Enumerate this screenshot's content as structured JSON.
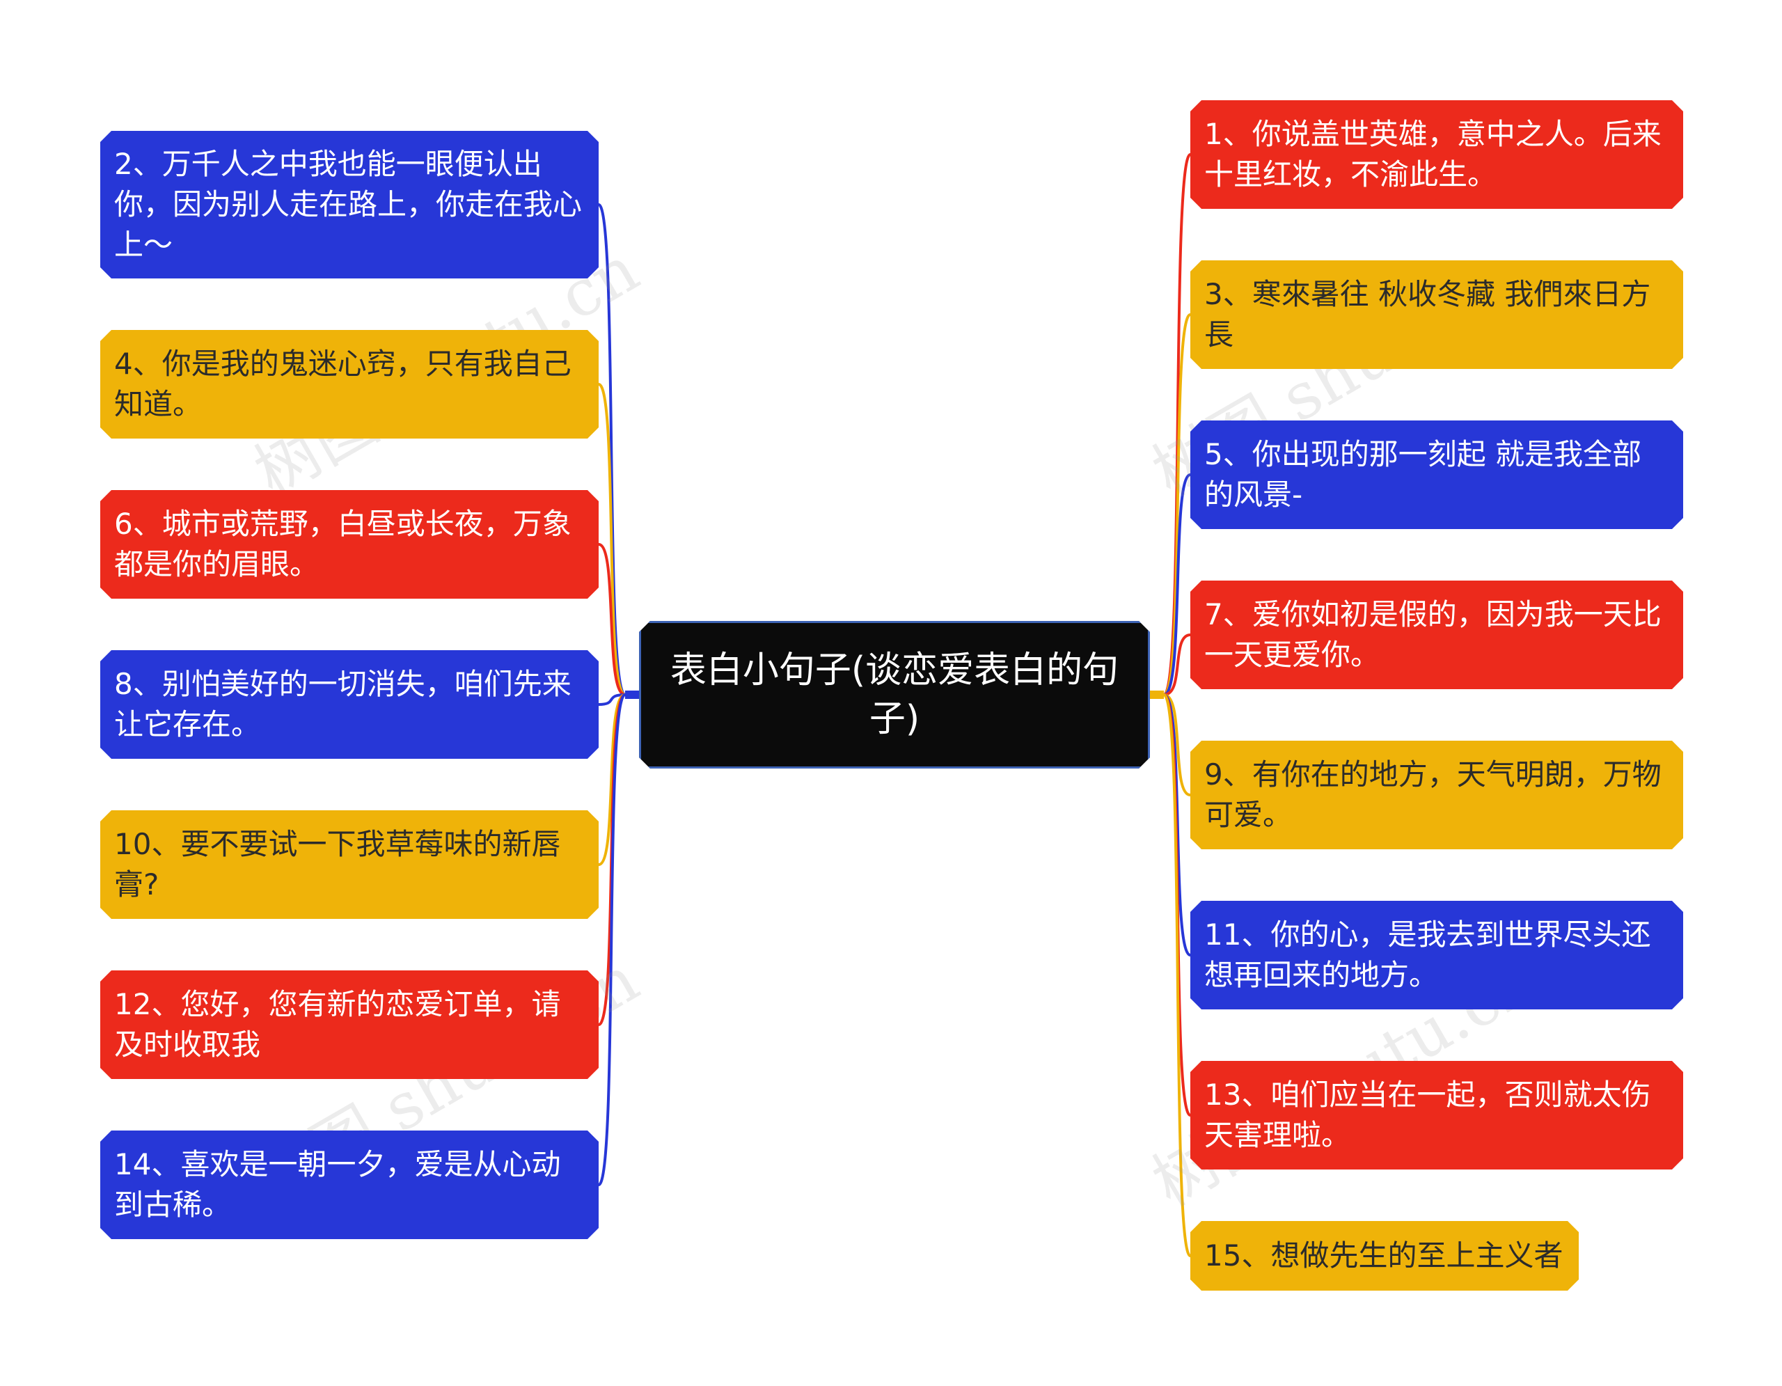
{
  "center": {
    "title": "表白小句子(谈恋爱表白的句子)"
  },
  "left_items": [
    {
      "text": "2、万千人之中我也能一眼便认出你，因为别人走在路上，你走在我心上～",
      "color": "blue"
    },
    {
      "text": "4、你是我的鬼迷心窍，只有我自己知道。",
      "color": "yellow"
    },
    {
      "text": "6、城市或荒野，白昼或长夜，万象都是你的眉眼。",
      "color": "red"
    },
    {
      "text": "8、别怕美好的一切消失，咱们先来让它存在。",
      "color": "blue"
    },
    {
      "text": "10、要不要试一下我草莓味的新唇膏?",
      "color": "yellow"
    },
    {
      "text": "12、您好，您有新的恋爱订单，请及时收取我",
      "color": "red"
    },
    {
      "text": "14、喜欢是一朝一夕，爱是从心动到古稀。",
      "color": "blue"
    }
  ],
  "right_items": [
    {
      "text": "1、你说盖世英雄，意中之人。后来十里红妆，不渝此生。",
      "color": "red"
    },
    {
      "text": "3、寒來暑往 秋收冬藏 我們來日方長",
      "color": "yellow"
    },
    {
      "text": "5、你出现的那一刻起 就是我全部的风景-",
      "color": "blue"
    },
    {
      "text": "7、爱你如初是假的，因为我一天比一天更爱你。",
      "color": "red"
    },
    {
      "text": "9、有你在的地方，天气明朗，万物可爱。",
      "color": "yellow"
    },
    {
      "text": "11、你的心，是我去到世界尽头还想再回来的地方。",
      "color": "blue"
    },
    {
      "text": "13、咱们应当在一起，否则就太伤天害理啦。",
      "color": "red"
    },
    {
      "text": "15、想做先生的至上主义者",
      "color": "yellow"
    }
  ],
  "colors": {
    "red": "#ec2a1c",
    "blue": "#2737d7",
    "yellow": "#efb309",
    "center_bg": "#0b0b0b"
  },
  "watermark": "树图 shutu.cn"
}
